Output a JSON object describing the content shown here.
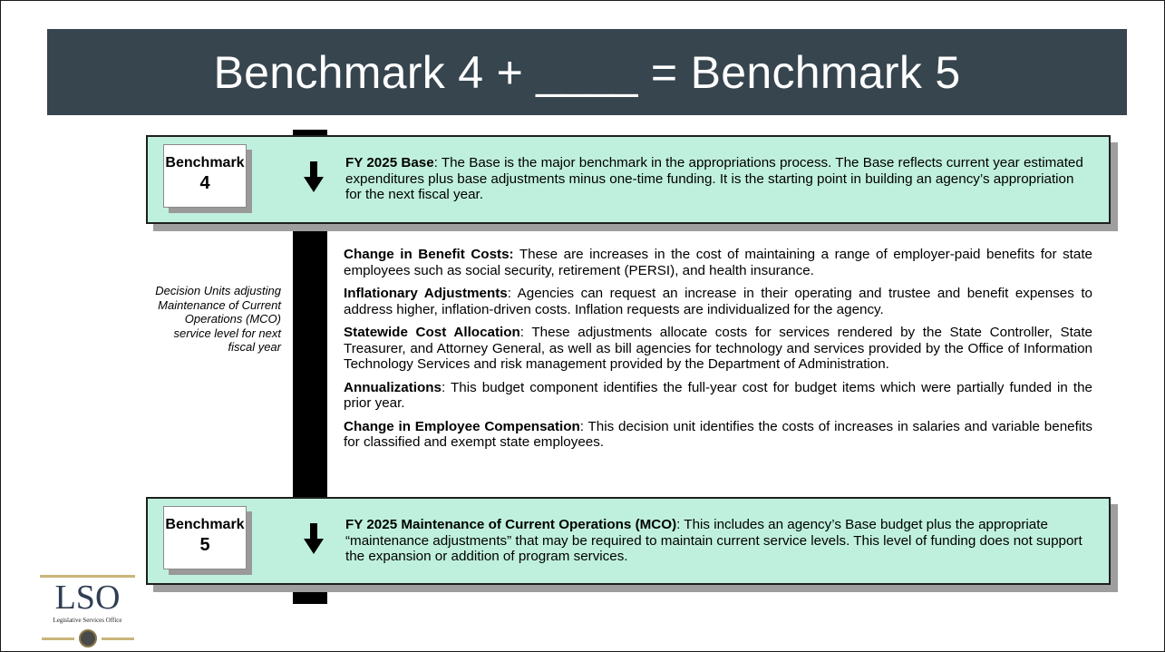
{
  "slide": {
    "title": "Benchmark 4 + ____ = Benchmark 5"
  },
  "benchmark4": {
    "label": "Benchmark",
    "number": "4",
    "heading": "FY 2025 Base",
    "text": ": The Base is the major benchmark in the appropriations process.  The Base reflects current year estimated expenditures plus base adjustments minus one-time funding.  It is the starting point in building an agency’s appropriation for the next fiscal year."
  },
  "side_note": "Decision Units adjusting Maintenance of Current Operations (MCO) service level for next fiscal year",
  "decision_units": [
    {
      "heading": "Change in Benefit Costs:",
      "text": " These are increases in the cost of maintaining a range of employer-paid benefits for state employees such as social security, retirement (PERSI), and health insurance."
    },
    {
      "heading": "Inflationary Adjustments",
      "text": ": Agencies can request an increase in their operating and trustee and benefit expenses to address higher, inflation-driven costs.  Inflation requests are individualized for the agency."
    },
    {
      "heading": "Statewide Cost Allocation",
      "text": ": These adjustments allocate costs for services rendered by the State Controller, State Treasurer, and Attorney General, as well as bill agencies for technology and services provided by the Office of Information Technology Services and risk management provided by the Department of Administration."
    },
    {
      "heading": "Annualizations",
      "text": ": This budget component identifies the full-year cost for budget items which were partially funded in the prior year."
    },
    {
      "heading": "Change in Employee Compensation",
      "text": ": This decision unit identifies the costs of increases in salaries and variable benefits for classified and exempt state employees."
    }
  ],
  "benchmark5": {
    "label": "Benchmark",
    "number": "5",
    "heading": "FY 2025 Maintenance of Current Operations (MCO)",
    "text": ": This includes an agency’s Base budget plus the appropriate “maintenance adjustments” that may be required to maintain current service levels. This level of funding does not support the expansion or addition of program services."
  },
  "logo": {
    "text": "LSO",
    "subtitle": "Legislative Services Office"
  },
  "colors": {
    "title_bar": "#37454f",
    "band_fill": "#bff0dd",
    "logo_gold": "#c9b57a",
    "logo_navy": "#2f3e52"
  },
  "icons": [
    "down-arrow-icon",
    "seal-icon"
  ]
}
